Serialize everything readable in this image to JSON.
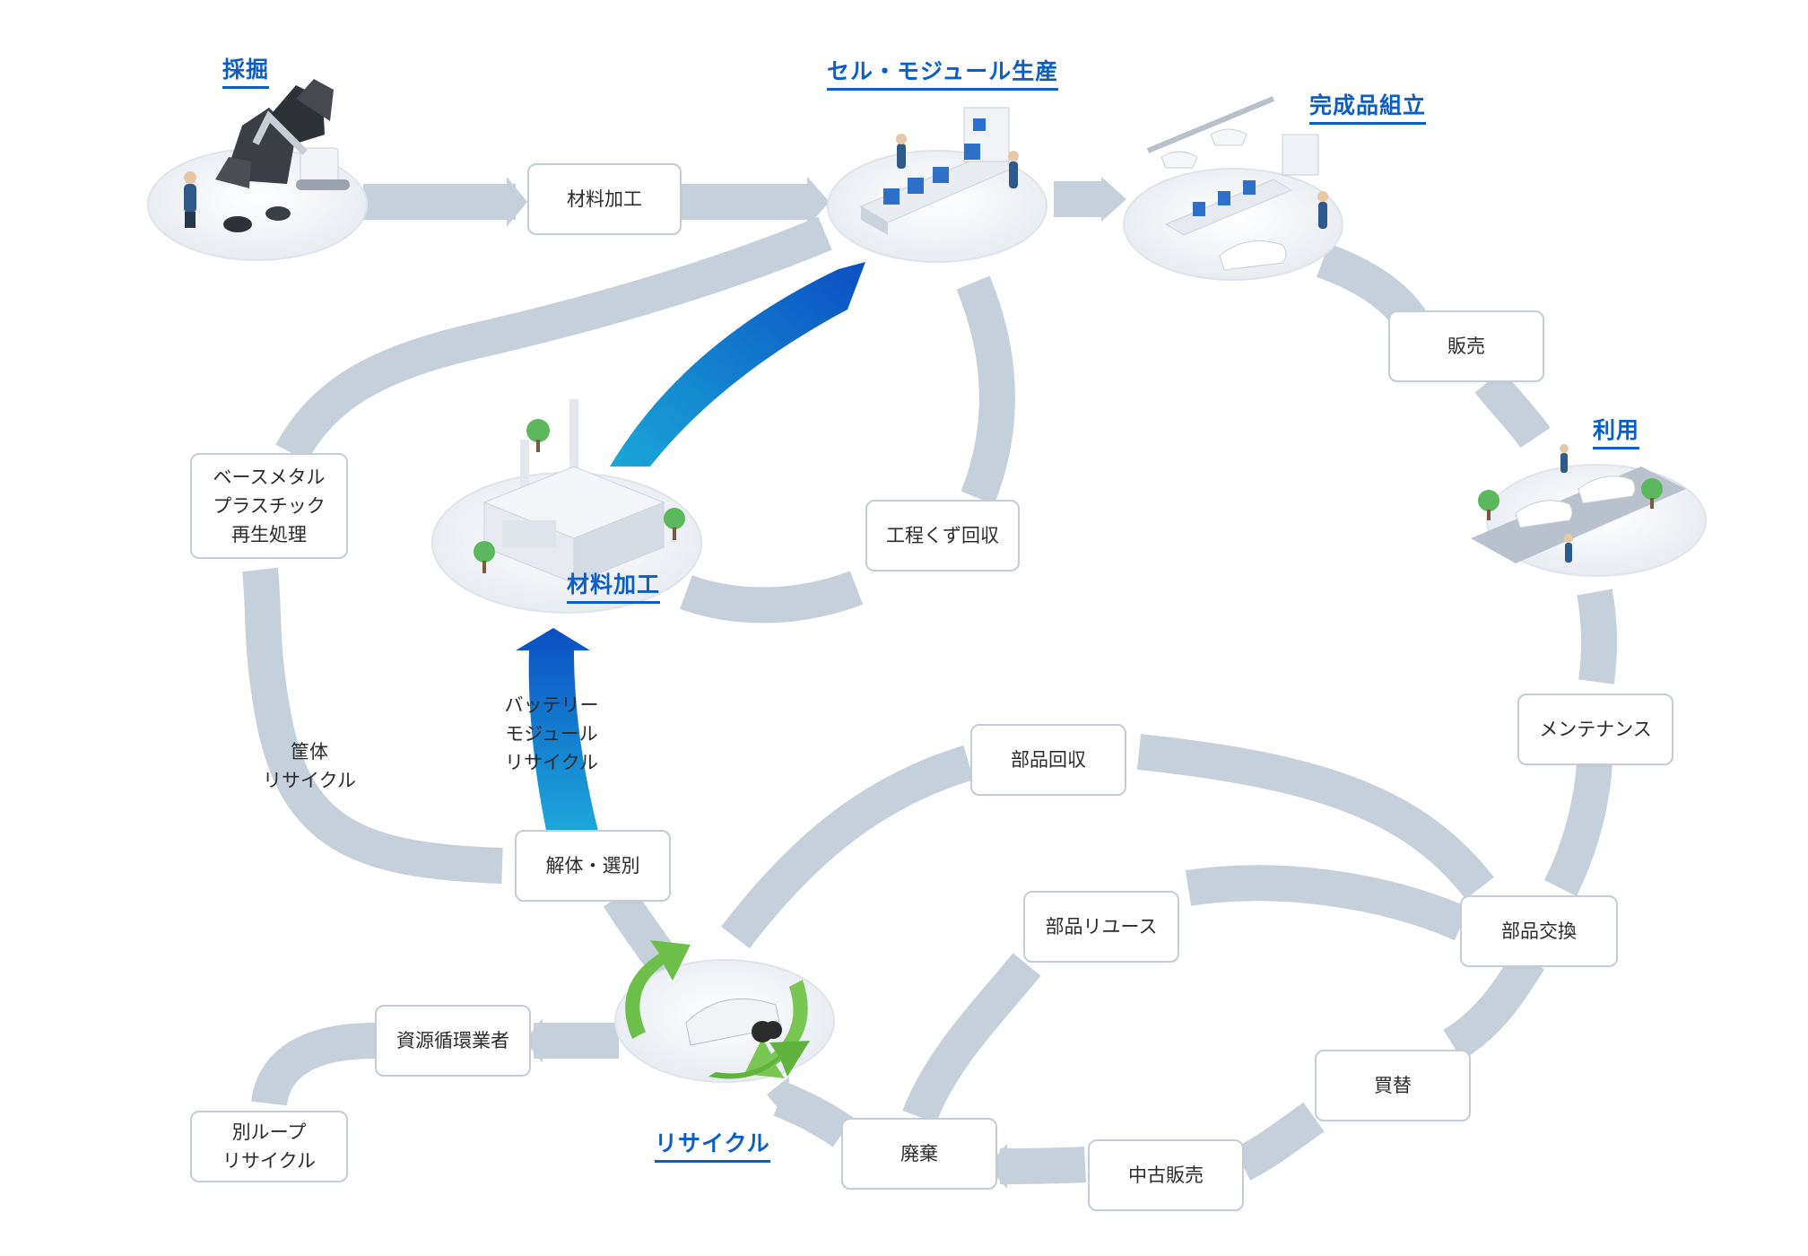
{
  "stages": {
    "mining": "採掘",
    "cell_module": "セル・モジュール生産",
    "assembly": "完成品組立",
    "use": "利用",
    "material": "材料加工",
    "recycle": "リサイクル"
  },
  "boxes": {
    "material_processing": "材料加工",
    "sales": "販売",
    "base_metal": "ベースメタル\nプラスチック\n再生処理",
    "process_scrap": "工程くず回収",
    "maintenance": "メンテナンス",
    "parts_recovery": "部品回収",
    "dismantle": "解体・選別",
    "parts_reuse": "部品リユース",
    "parts_exchange": "部品交換",
    "resource_recycler": "資源循環業者",
    "replacement": "買替",
    "other_loop": "別ループ\nリサイクル",
    "disposal": "廃棄",
    "used_sales": "中古販売"
  },
  "labels": {
    "housing_recycle": "筐体\nリサイクル",
    "battery_module_recycle": "バッテリー\nモジュール\nリサイクル"
  },
  "colors": {
    "flow": "#c6d0db",
    "accent": "#0b5ec7",
    "platform": "#eef1f5",
    "recycle_green": "#6cc04a"
  }
}
